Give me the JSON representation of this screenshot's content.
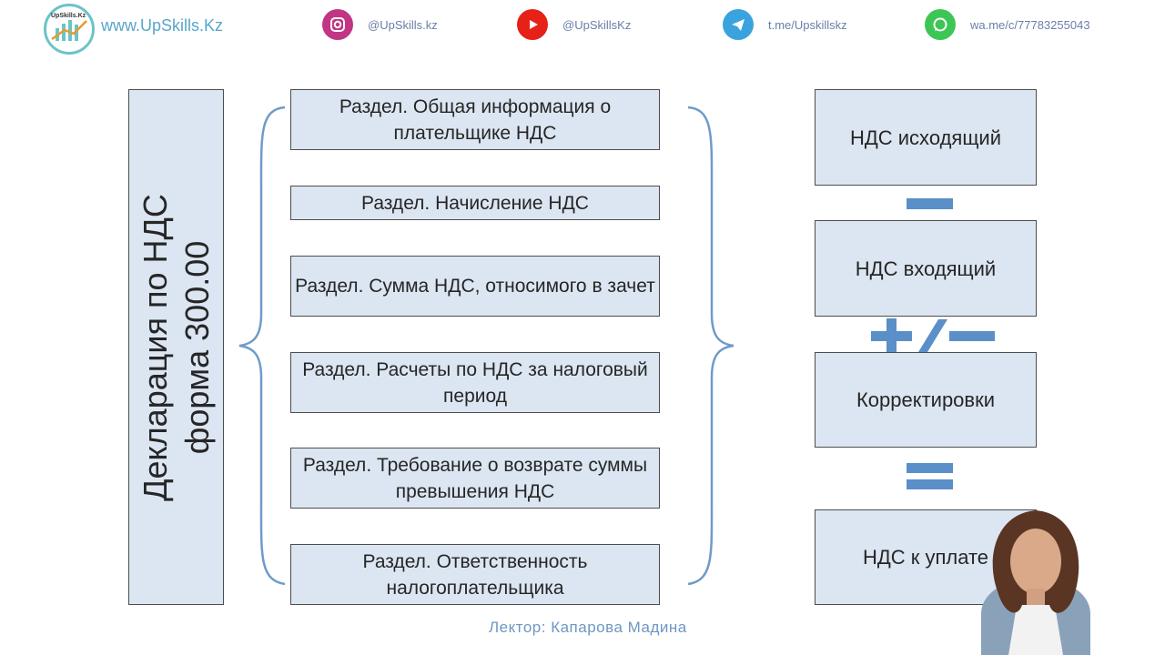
{
  "header": {
    "logo_text": "UpSkills.Kz",
    "site_url": "www.UpSkills.Kz",
    "social": [
      {
        "icon": "instagram-icon",
        "text": "@UpSkills.kz",
        "color": "#c13584"
      },
      {
        "icon": "youtube-icon",
        "text": "@UpSkillsKz",
        "color": "#e62117"
      },
      {
        "icon": "telegram-icon",
        "text": "t.me/Upskillskz",
        "color": "#3aa3dd"
      },
      {
        "icon": "whatsapp-icon",
        "text": "wa.me/c/77783255043",
        "color": "#3ec655"
      }
    ]
  },
  "diagram": {
    "title_line1": "Декларация по НДС",
    "title_line2": "форма 300.00",
    "sections": [
      "Раздел. Общая информация о плательщике НДС",
      "Раздел. Начисление НДС",
      "Раздел. Сумма НДС, относимого в зачет",
      "Раздел. Расчеты по НДС за налоговый период",
      "Раздел. Требование о возврате суммы превышения НДС",
      "Раздел. Ответственность налогоплательщика"
    ],
    "formula": [
      "НДС исходящий",
      "НДС входящий",
      "Корректировки",
      "НДС к уплате"
    ]
  },
  "footer": {
    "lecturer": "Лектор:  Капарова Мадина"
  },
  "colors": {
    "box_fill": "#dce6f2",
    "operator": "#5b8fc7",
    "brace": "#6f9bc8"
  }
}
